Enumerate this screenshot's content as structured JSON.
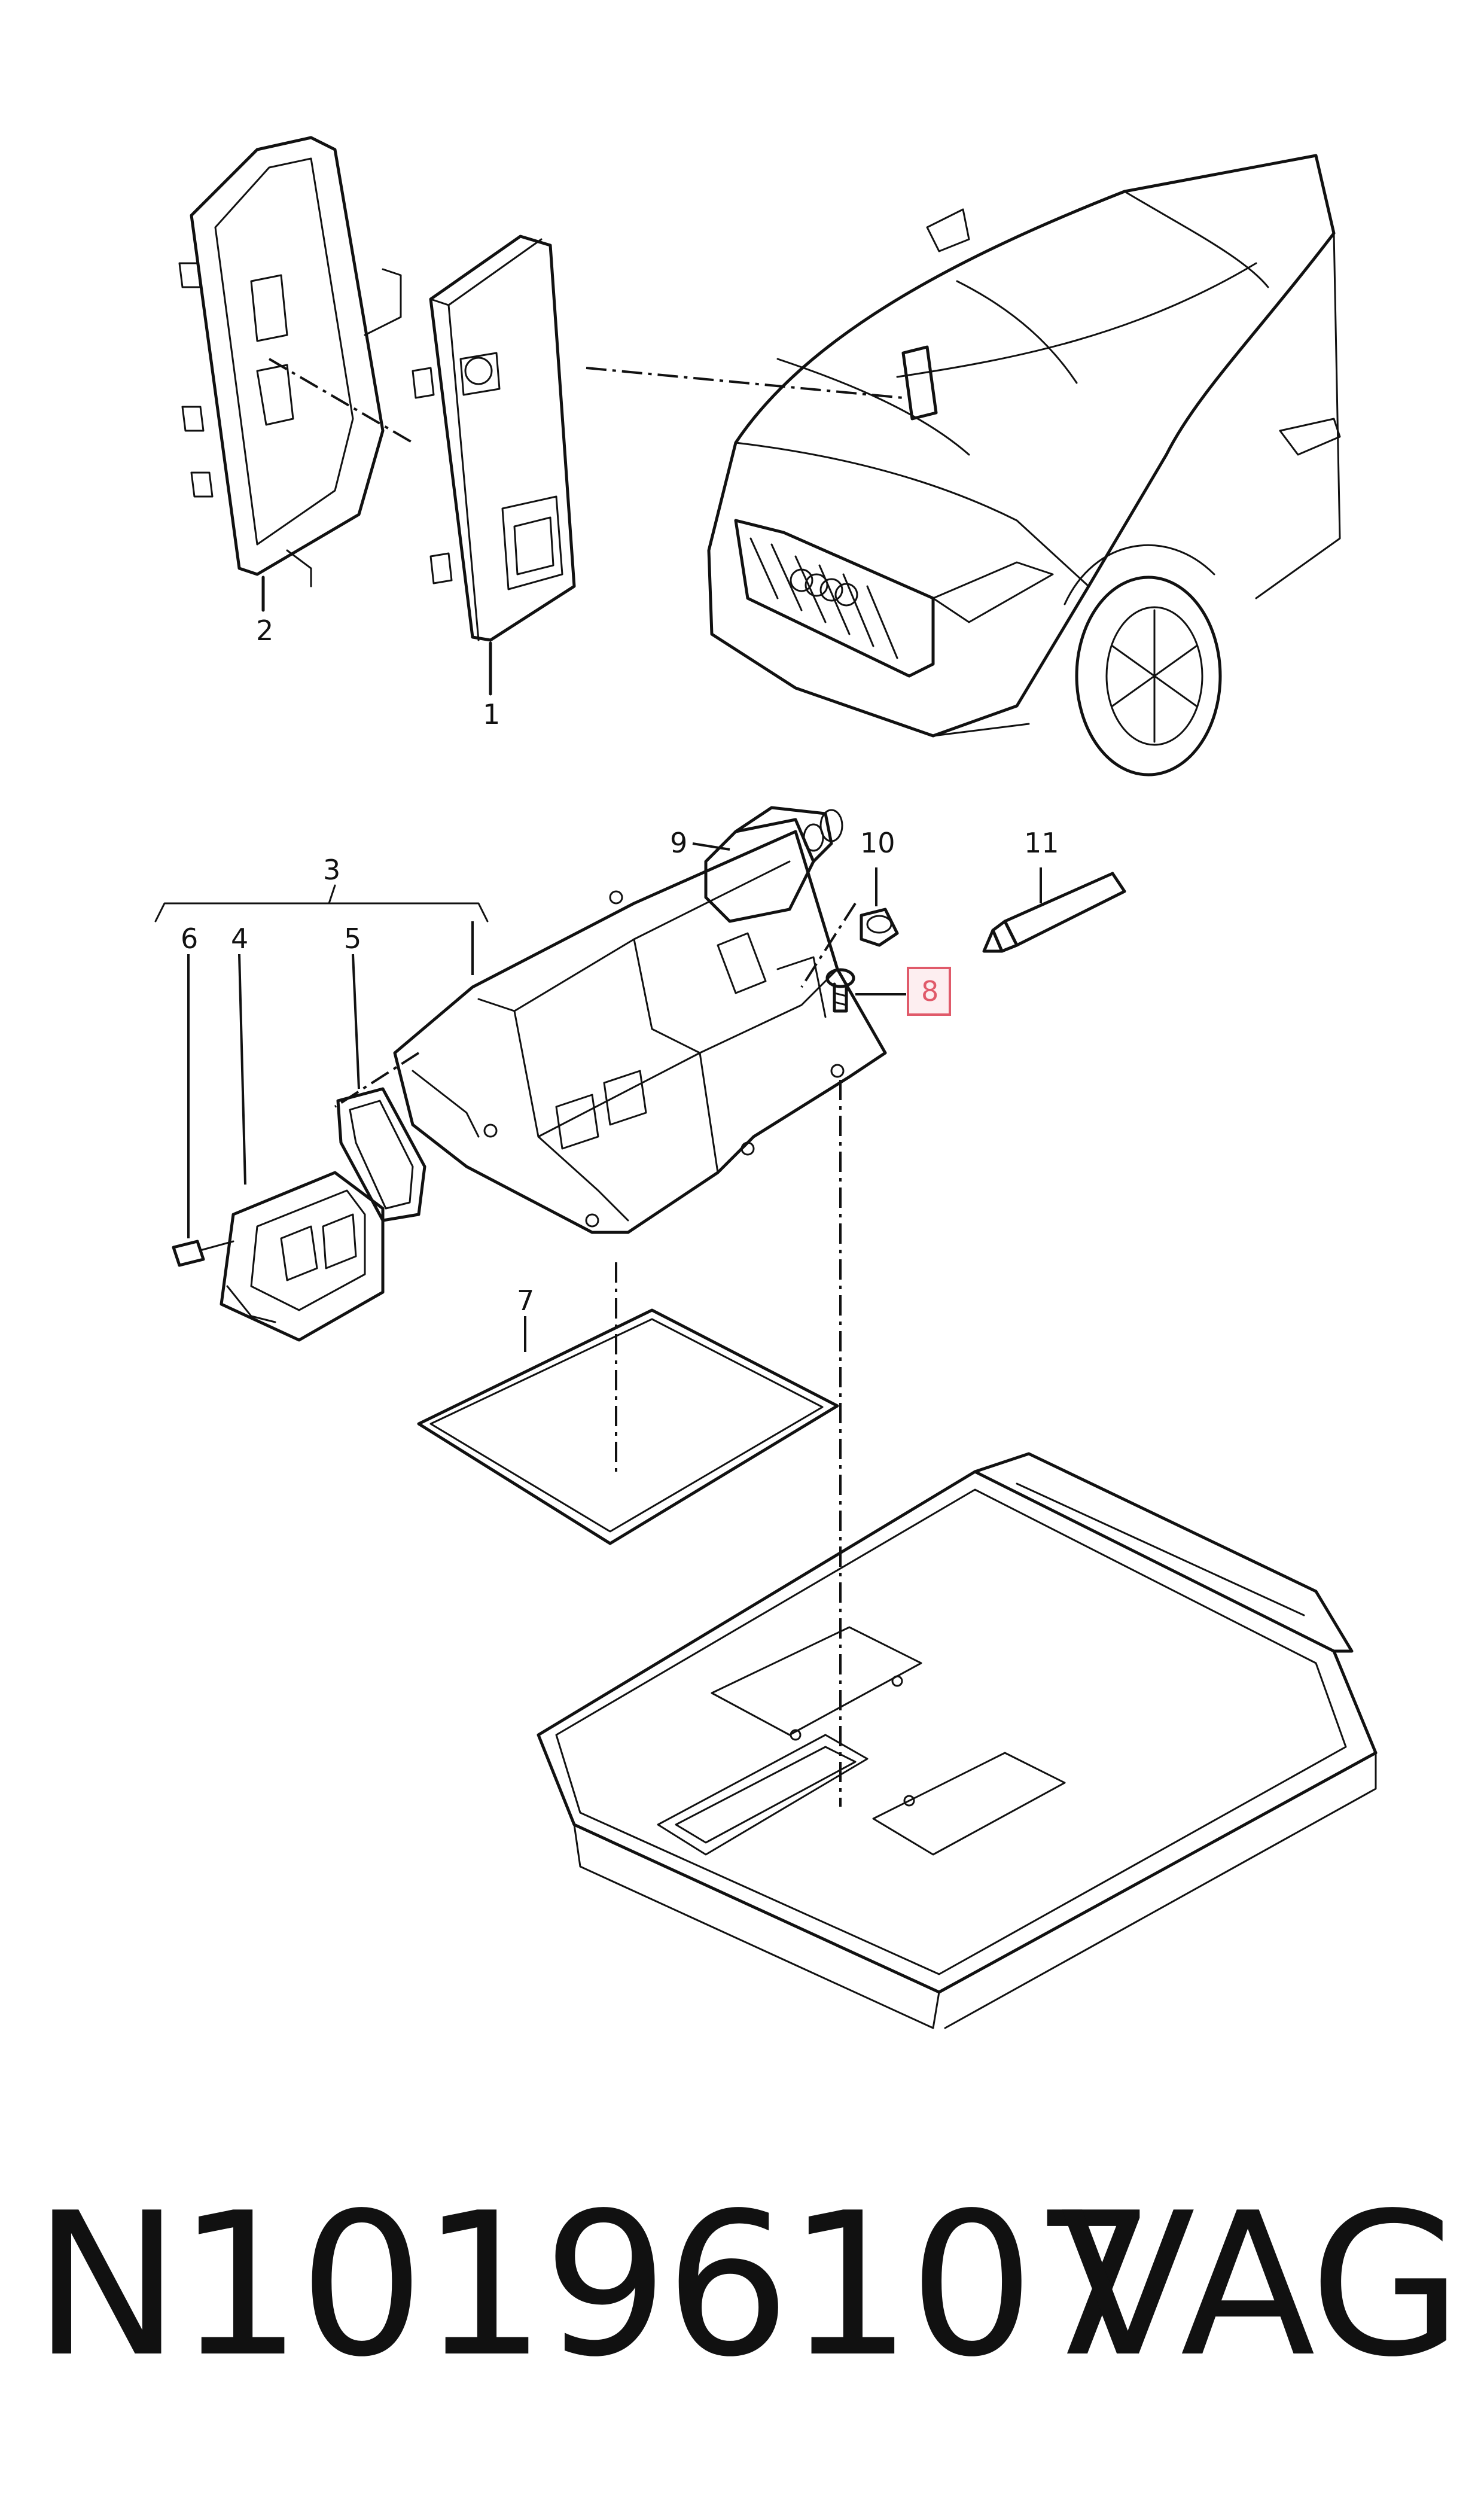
{
  "callouts": {
    "c1": "1",
    "c2": "2",
    "c3": "3",
    "c4": "4",
    "c5": "5",
    "c6": "6",
    "c7": "7",
    "c8": "8",
    "c9": "9",
    "c10": "10",
    "c11": "11"
  },
  "highlight_color": "#e05a6a",
  "footer": {
    "part_number": "N10196107",
    "brand": "VAG"
  }
}
